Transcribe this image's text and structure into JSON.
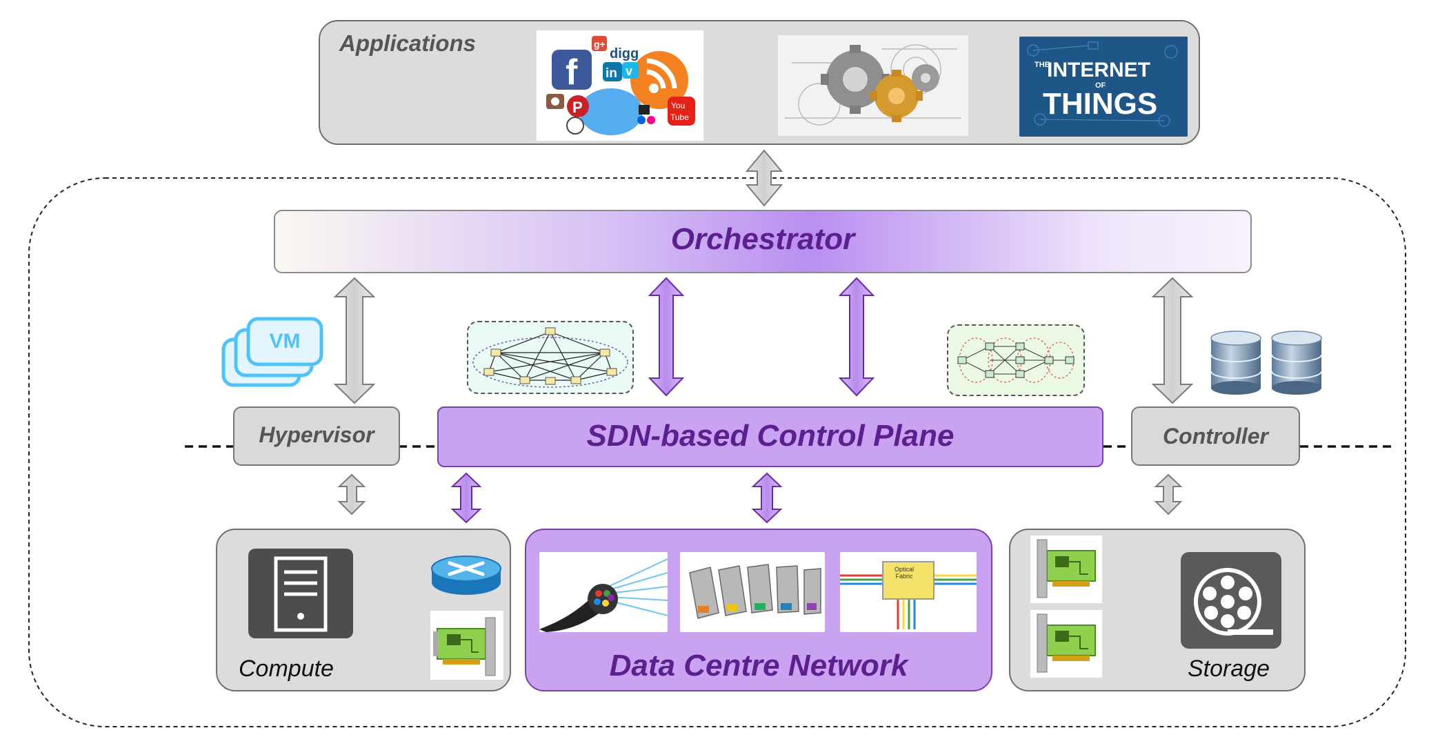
{
  "applications": {
    "title": "Applications",
    "images": [
      "social-media-icons",
      "gears",
      "internet-of-things"
    ],
    "iot_text": {
      "the": "THE",
      "internet": "INTERNET",
      "of": "OF",
      "things": "THINGS"
    }
  },
  "orchestrator": {
    "label": "Orchestrator"
  },
  "control_plane": {
    "label": "SDN-based Control Plane"
  },
  "hypervisor": {
    "label": "Hypervisor"
  },
  "controller": {
    "label": "Controller"
  },
  "vm": {
    "label": "VM"
  },
  "compute": {
    "label": "Compute"
  },
  "network": {
    "label": "Data Centre Network",
    "fabric_text": "Optical Fabric"
  },
  "storage": {
    "label": "Storage"
  },
  "colors": {
    "purple": "#c9a2f2",
    "purple_dark": "#5b1f8f",
    "gray": "#dcdcdc",
    "gray_text": "#555555"
  }
}
